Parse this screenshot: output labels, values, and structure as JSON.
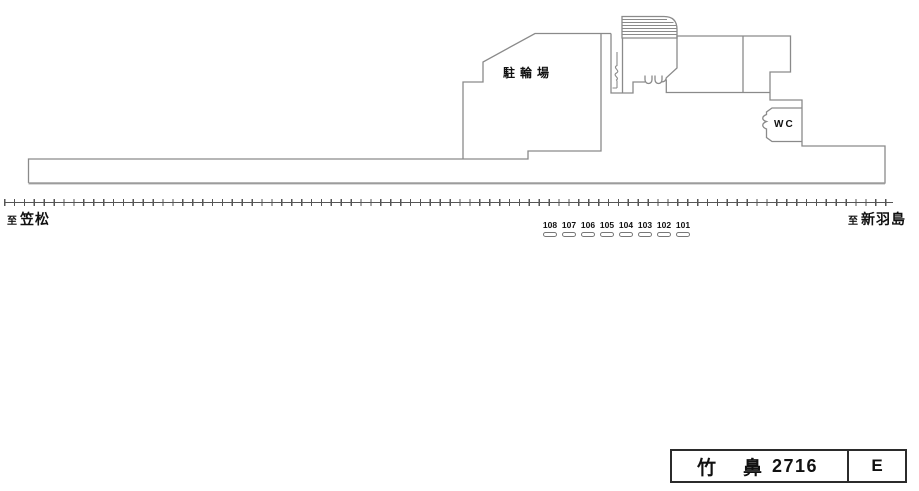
{
  "diagram": {
    "bicycle_parking_label": "駐輪場",
    "wc_label": "WC",
    "left_destination": {
      "prefix": "至",
      "station": "笠松"
    },
    "right_destination": {
      "prefix": "至",
      "station": "新羽島"
    },
    "pole_markers": {
      "items": [
        {
          "label": "108"
        },
        {
          "label": "107"
        },
        {
          "label": "106"
        },
        {
          "label": "105"
        },
        {
          "label": "104"
        },
        {
          "label": "103"
        },
        {
          "label": "102"
        },
        {
          "label": "101"
        }
      ]
    }
  },
  "title_box": {
    "station_name": "竹鼻",
    "number": "2716",
    "code": "E"
  },
  "colors": {
    "line": "#8a8a8a",
    "platform_edge": "#9c9c9c",
    "track": "#555555",
    "text": "#111111"
  }
}
